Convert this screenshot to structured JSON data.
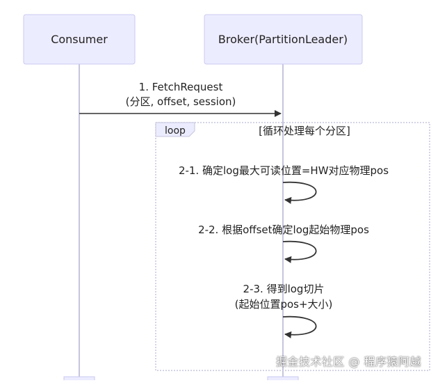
{
  "participants": [
    {
      "name": "Consumer"
    },
    {
      "name": "Broker(PartitionLeader)"
    }
  ],
  "messages": [
    {
      "line1": "1. FetchRequest",
      "line2": "(分区, offset, session)"
    }
  ],
  "loop": {
    "tag": "loop",
    "title": "[循环处理每个分区]"
  },
  "self_messages": [
    {
      "line1": "2-1. 确定log最大可读位置=HW对应物理pos"
    },
    {
      "line1": "2-2. 根据offset确定log起始物理pos"
    },
    {
      "line1": "2-3. 得到log切片",
      "line2": "(起始位置pos+大小)"
    }
  ],
  "watermark": "掘金技术社区 @ 程序猿阿越",
  "colors": {
    "box_fill": "#ECECFF",
    "box_stroke": "#C9C9F0",
    "lifeline": "#C5C5DE",
    "arrow": "#333333",
    "loop_stroke": "#C5C5DE"
  }
}
